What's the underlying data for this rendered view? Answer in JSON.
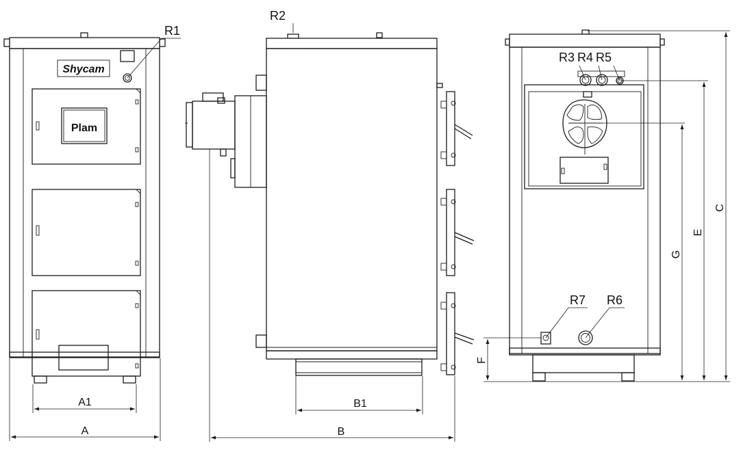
{
  "brand": {
    "logo_text": "Shycam",
    "door_plate_text": "Plam"
  },
  "connections": {
    "r1": "R1",
    "r2": "R2",
    "r3": "R3",
    "r4": "R4",
    "r5": "R5",
    "r6": "R6",
    "r7": "R7"
  },
  "dimensions": {
    "a": "A",
    "a1": "A1",
    "b": "B",
    "b1": "B1",
    "c": "C",
    "e": "E",
    "f": "F",
    "g": "G"
  },
  "colors": {
    "line": "#1a1a1a",
    "background": "#ffffff"
  }
}
